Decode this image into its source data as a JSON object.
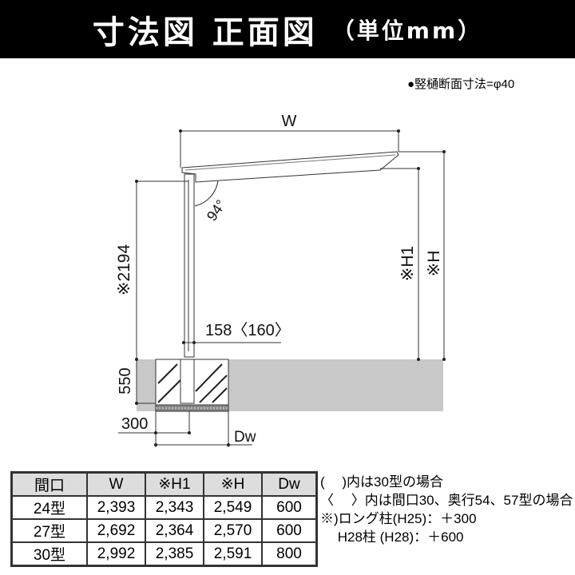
{
  "header": {
    "title": "寸法図 正面図",
    "unit": "（単位mm）"
  },
  "drawing": {
    "gutter_note": "●竪樋断面寸法=φ40",
    "labels": {
      "w": "W",
      "angle": "94°",
      "height_2194": "※2194",
      "h1": "※H1",
      "h": "※H",
      "offset": "158〈160〉",
      "depth_550": "550",
      "width_300": "300",
      "dw": "Dw"
    },
    "colors": {
      "ground": "#c8c8c8",
      "line": "#333333"
    }
  },
  "table": {
    "headers": [
      "間口",
      "W",
      "※H1",
      "※H",
      "Dw"
    ],
    "rows": [
      [
        "24型",
        "2,393",
        "2,343",
        "2,549",
        "600"
      ],
      [
        "27型",
        "2,692",
        "2,364",
        "2,570",
        "600"
      ],
      [
        "30型",
        "2,992",
        "2,385",
        "2,591",
        "800"
      ]
    ]
  },
  "notes": [
    "(　 )内は30型の場合",
    "〈　 〉内は間口30、奥行54、57型の場合",
    "※)ロング柱(H25)：＋300",
    "　 H28柱 (H28)：＋600"
  ]
}
